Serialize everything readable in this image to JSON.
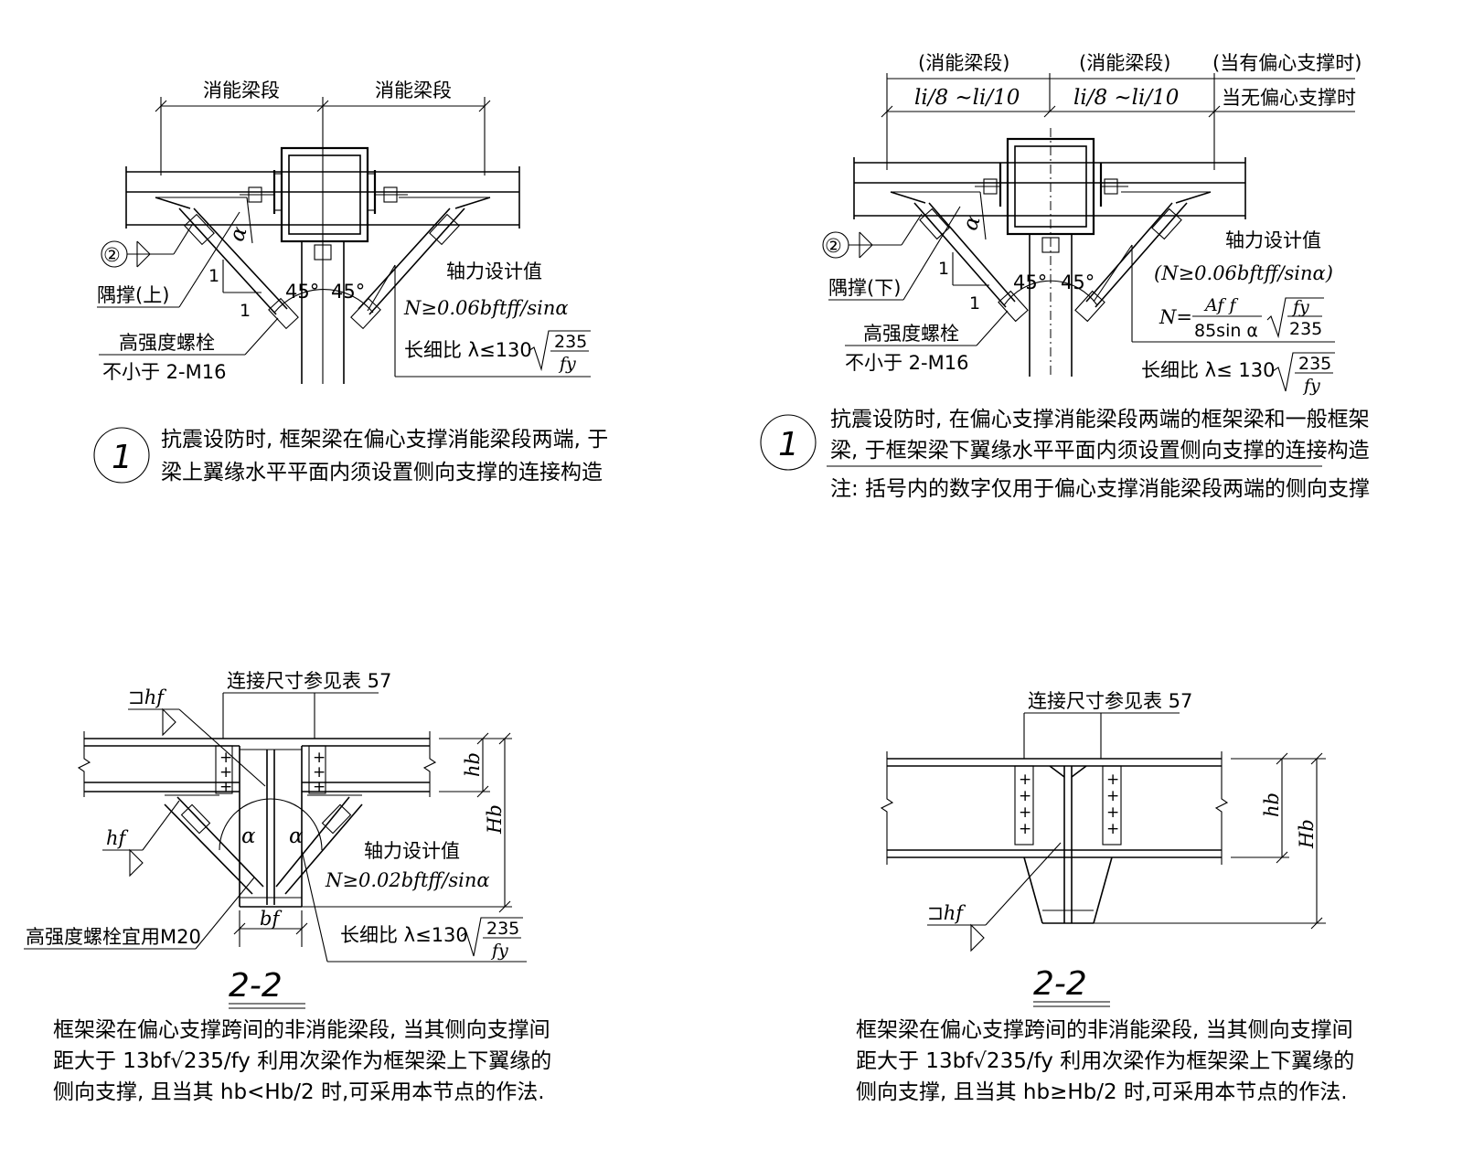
{
  "d1": {
    "seg_left": "消能梁段",
    "seg_right": "消能梁段",
    "callout_num": "②",
    "brace_label": "隅撑(上)",
    "slope_v": "1",
    "slope_h": "1",
    "angle_left": "45°",
    "angle_right": "45°",
    "alpha": "α",
    "bolt_label": "高强度螺栓",
    "bolt_spec": "不小于 2-M16",
    "axial_title": "轴力设计值",
    "axial_formula": "N≥0.06bftff/sinα",
    "slender": "长细比 λ≤130",
    "sqrt_num": "235",
    "sqrt_den": "fy",
    "marker": "1",
    "caption_1": "抗震设防时, 框架梁在偏心支撑消能梁段两端, 于",
    "caption_2": "梁上翼缘水平平面内须设置侧向支撑的连接构造"
  },
  "d2": {
    "seg_1": "(消能梁段)",
    "seg_2": "(消能梁段)",
    "seg_3": "(当有偏心支撑时)",
    "dim_1": "li/8 ~li/10",
    "dim_2": "li/8 ~li/10",
    "dim_3": "当无偏心支撑时",
    "callout_num": "②",
    "alpha": "α",
    "brace_label": "隅撑(下)",
    "slope_v": "1",
    "slope_h": "1",
    "angle_left": "45°",
    "angle_right": "45°",
    "axial_title": "轴力设计值",
    "axial_formula": "(N≥0.06bftff/sinα)",
    "n_lhs": "N=",
    "frac_num": "Af f",
    "frac_den": "85sin α",
    "sqrt2_num": "fy",
    "sqrt2_den": "235",
    "bolt_label": "高强度螺栓",
    "bolt_spec": "不小于 2-M16",
    "slender": "长细比 λ≤ 130",
    "sqrt_num": "235",
    "sqrt_den": "fy",
    "marker": "1",
    "caption_1": "抗震设防时, 在偏心支撑消能梁段两端的框架梁和一般框架",
    "caption_2": "梁, 于框架梁下翼缘水平平面内须设置侧向支撑的连接构造",
    "note": "注: 括号内的数字仅用于偏心支撑消能梁段两端的侧向支撑"
  },
  "d3": {
    "ref": "连接尺寸参见表 57",
    "weld_top": "⊐hf",
    "weld_left": "hf",
    "hb": "hb",
    "Hb": "Hb",
    "alpha_l": "α",
    "alpha_r": "α",
    "axial_title": "轴力设计值",
    "axial_formula": "N≥0.02bftff/sinα",
    "bf": "bf",
    "bolt": "高强度螺栓宜用M20",
    "slender": "长细比 λ≤130",
    "sqrt_num": "235",
    "sqrt_den": "fy",
    "title": "2-2",
    "caption_1": "框架梁在偏心支撑跨间的非消能梁段, 当其侧向支撑间",
    "caption_2": "距大于 13bf√235/fy 利用次梁作为框架梁上下翼缘的",
    "caption_3": "侧向支撑, 且当其 hb<Hb/2 时,可采用本节点的作法."
  },
  "d4": {
    "ref": "连接尺寸参见表 57",
    "hb": "hb",
    "Hb": "Hb",
    "weld": "⊐hf",
    "title": "2-2",
    "caption_1": "框架梁在偏心支撑跨间的非消能梁段, 当其侧向支撑间",
    "caption_2": "距大于 13bf√235/fy 利用次梁作为框架梁上下翼缘的",
    "caption_3": "侧向支撑, 且当其 hb≥Hb/2 时,可采用本节点的作法."
  }
}
